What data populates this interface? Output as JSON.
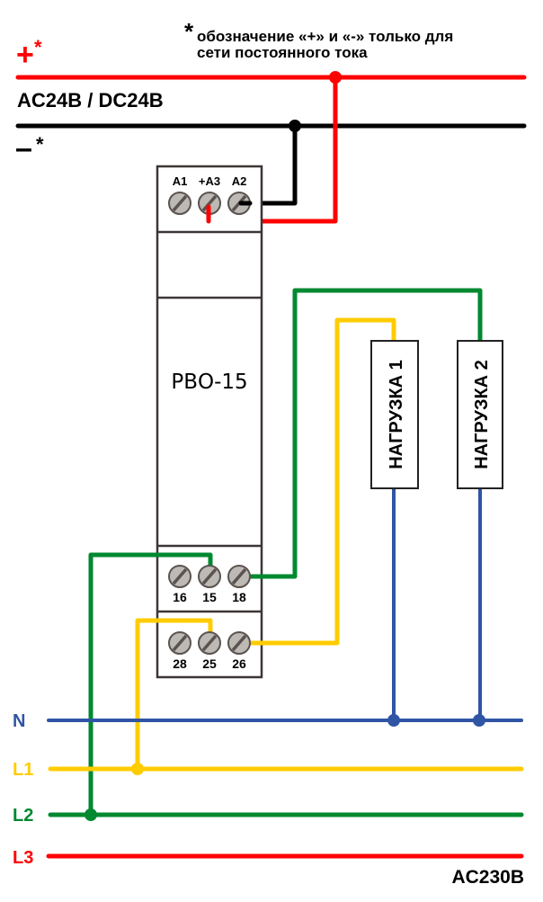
{
  "note": {
    "asterisk": "*",
    "line1": "обозначение «+» и «-» только для",
    "line2": "сети постоянного тока"
  },
  "dc_supply": {
    "plus_label": "+",
    "minus_label": "–",
    "asterisk": "*",
    "voltage_label": "AC24B / DC24B"
  },
  "device": {
    "name": "РВО-15",
    "top_terminals": [
      "A1",
      "+A3",
      "A2"
    ],
    "contact_group_1": [
      "16",
      "15",
      "18"
    ],
    "contact_group_2": [
      "28",
      "25",
      "26"
    ]
  },
  "loads": [
    {
      "label": "НАГРУЗКА 1"
    },
    {
      "label": "НАГРУЗКА 2"
    }
  ],
  "ac_network": {
    "lines": [
      {
        "label": "N",
        "color": "#2f55a4"
      },
      {
        "label": "L1",
        "color": "#ffcc00"
      },
      {
        "label": "L2",
        "color": "#00892f"
      },
      {
        "label": "L3",
        "color": "#ff0000"
      }
    ],
    "voltage_label": "AC230B"
  },
  "colors": {
    "plus_wire": "#ff0000",
    "minus_wire": "#000000",
    "terminal_fill": "#bdb9b4",
    "terminal_stroke": "#5a5350",
    "device_stroke": "#3d3535"
  }
}
